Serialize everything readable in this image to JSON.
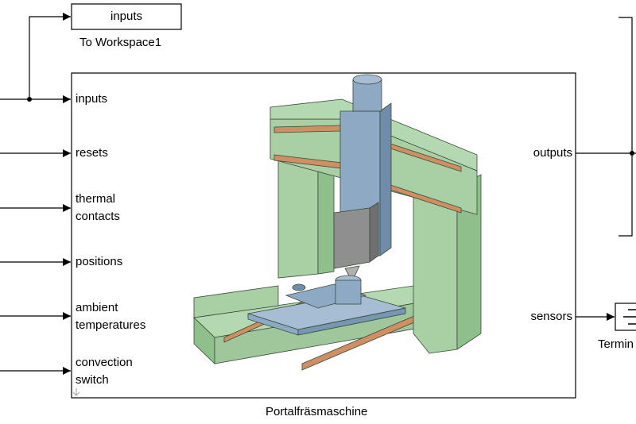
{
  "to_workspace": {
    "variable": "inputs",
    "name": "To Workspace1"
  },
  "main_block": {
    "name": "Portalfräsmaschine",
    "input_ports": [
      [
        "inputs"
      ],
      [
        "resets"
      ],
      [
        "thermal",
        "contacts"
      ],
      [
        "positions"
      ],
      [
        "ambient",
        "temperatures"
      ],
      [
        "convection",
        "switch"
      ]
    ],
    "output_ports": [
      "outputs",
      "sensors"
    ]
  },
  "terminator": {
    "name": "Termin"
  },
  "colors": {
    "machine_green": "#a9cfa5",
    "machine_blue": "#8ea9c4",
    "rail_copper": "#cf8f62",
    "line": "#000000"
  }
}
